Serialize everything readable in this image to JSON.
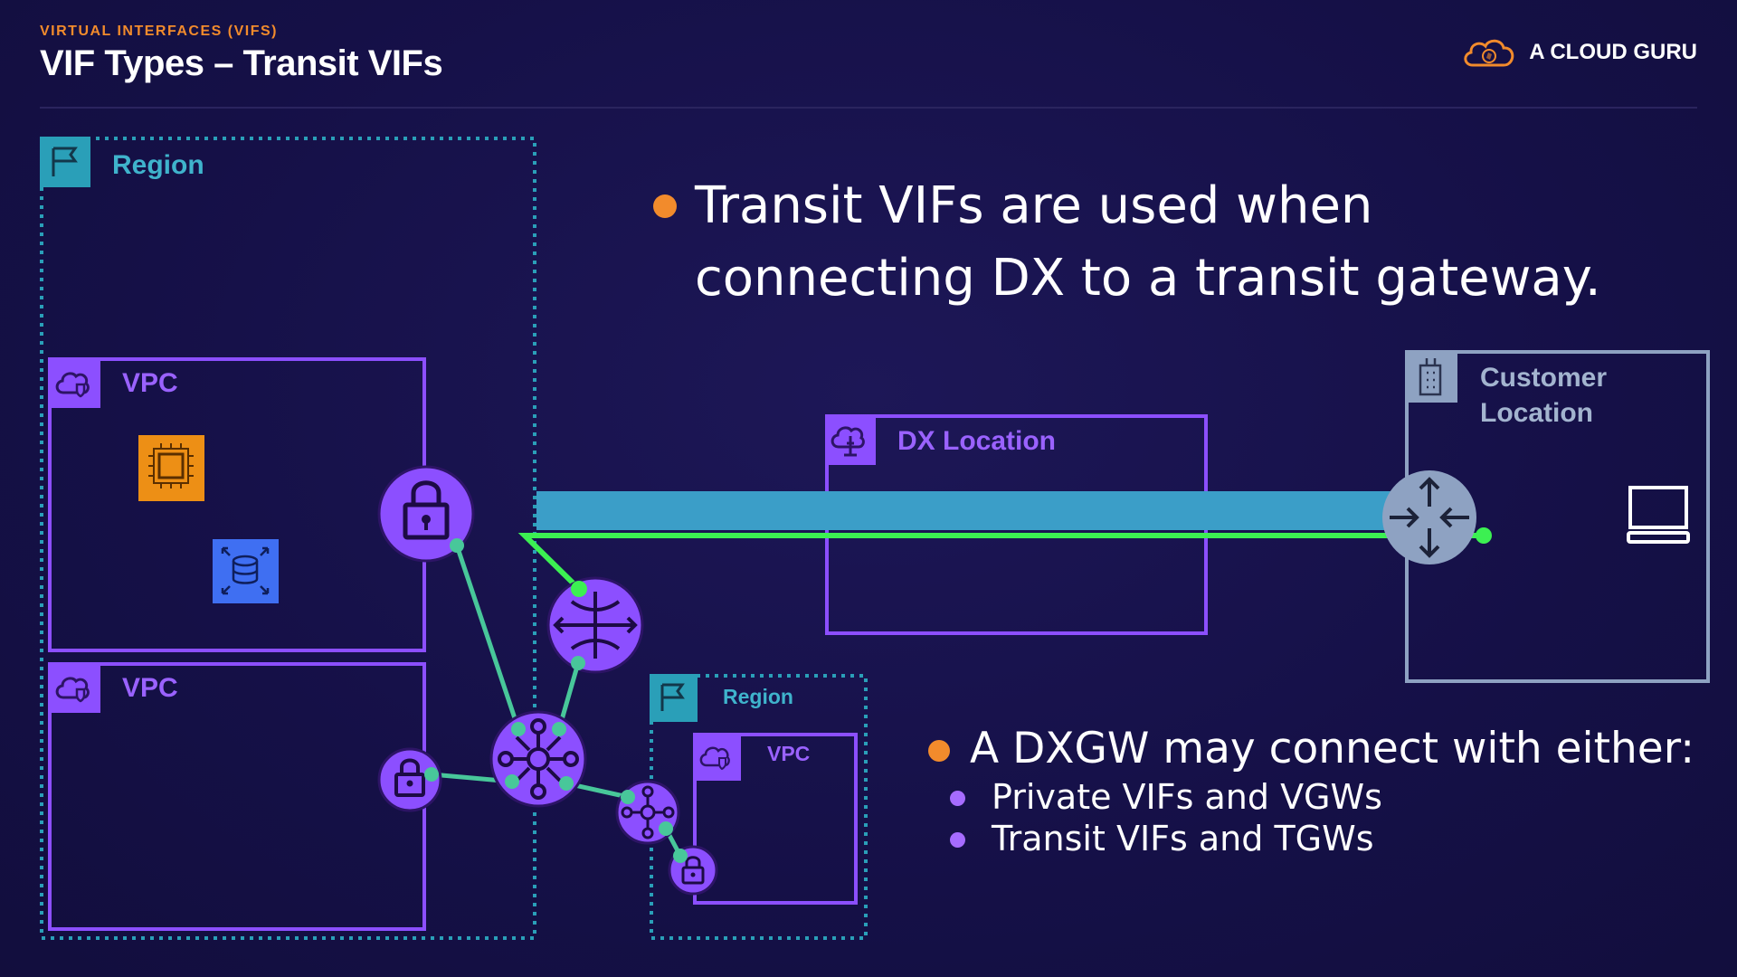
{
  "header": {
    "eyebrow": "VIRTUAL INTERFACES (VIFS)",
    "title": "VIF Types – Transit VIFs",
    "brand": "A CLOUD GURU"
  },
  "diagram": {
    "region_main_label": "Region",
    "vpc_top_label": "VPC",
    "vpc_bottom_label": "VPC",
    "dx_location_label": "DX Location",
    "customer_location_line1": "Customer",
    "customer_location_line2": "Location",
    "region_small_label": "Region",
    "vpc_small_label": "VPC"
  },
  "bullets_top": [
    {
      "line1": "Transit VIFs are used when",
      "line2": "connecting DX to a transit gateway."
    }
  ],
  "bullets_bottom": {
    "main": "A DXGW may connect with either:",
    "subs": [
      "Private VIFs and VGWs",
      "Transit VIFs and TGWs"
    ]
  },
  "colors": {
    "background": "#151047",
    "accent_orange": "#f28b2c",
    "region_teal": "#2a9fb8",
    "vpc_purple": "#8c4fff",
    "customer_gray": "#8ea2c2",
    "dx_bar": "#3b9ec8",
    "link_green": "#3cf052",
    "mesh_teal": "#48c79a"
  },
  "icons": [
    "flag-icon",
    "cloud-shield-icon",
    "chip-icon",
    "database-scaling-icon",
    "lock-icon",
    "direct-connect-gateway-icon",
    "transit-gateway-hub-icon",
    "building-icon",
    "router-icon",
    "laptop-icon",
    "cloud-logo-icon"
  ]
}
